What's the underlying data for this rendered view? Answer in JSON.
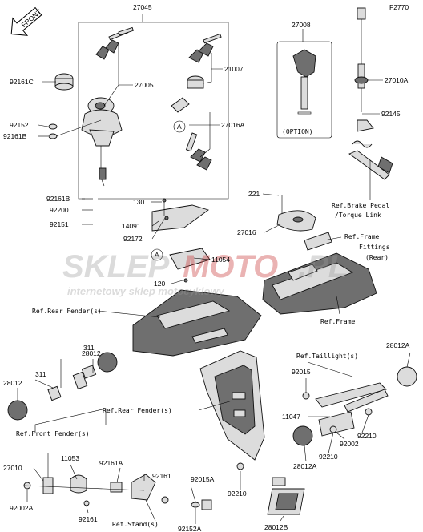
{
  "diagram_code": "F2770",
  "front_label": "FRONT",
  "watermark": {
    "main_left": "SKLEP",
    "main_mid": "MOTO",
    "main_right": ".PL",
    "tagline": "internetowy sklep motocyklowy"
  },
  "option_text": "(OPTION)",
  "circle_marker": "A",
  "labels": {
    "p27045": "27045",
    "p27008": "27008",
    "p27010A": "27010A",
    "p27005": "27005",
    "p21007": "21007",
    "p92161C": "92161C",
    "p92152a": "92152",
    "p92161B_a": "92161B",
    "p27016A": "27016A",
    "p92145": "92145",
    "p92161B_b": "92161B",
    "p92200": "92200",
    "p92151": "92151",
    "p130": "130",
    "p14091": "14091",
    "p92172": "92172",
    "p11054": "11054",
    "p120": "120",
    "p221": "221",
    "p27016": "27016",
    "p28012a": "28012",
    "p311a": "311",
    "p28012b": "28012",
    "p311b": "311",
    "p28012A_a": "28012A",
    "p92015": "92015",
    "p11047": "11047",
    "p92002": "92002",
    "p92210a": "92210",
    "p92210b": "92210",
    "p28012A_b": "28012A",
    "p27010": "27010",
    "p11053": "11053",
    "p92161A": "92161A",
    "p92161_a": "92161",
    "p92015A": "92015A",
    "p92002A": "92002A",
    "p92161_b": "92161",
    "p92152A": "92152A",
    "p92210c": "92210",
    "p28012B": "28012B"
  },
  "refs": {
    "brake_1": "Ref.Brake Pedal",
    "brake_2": "/Torque Link",
    "frame_fit_1": "Ref.Frame",
    "frame_fit_2": "Fittings",
    "frame_fit_3": "(Rear)",
    "rear_fender_1": "Ref.Rear Fender(s)",
    "frame": "Ref.Frame",
    "taillight": "Ref.Taillight(s)",
    "rear_fender_2": "Ref.Rear Fender(s)",
    "front_fender": "Ref.Front Fender(s)",
    "stand": "Ref.Stand(s)"
  }
}
